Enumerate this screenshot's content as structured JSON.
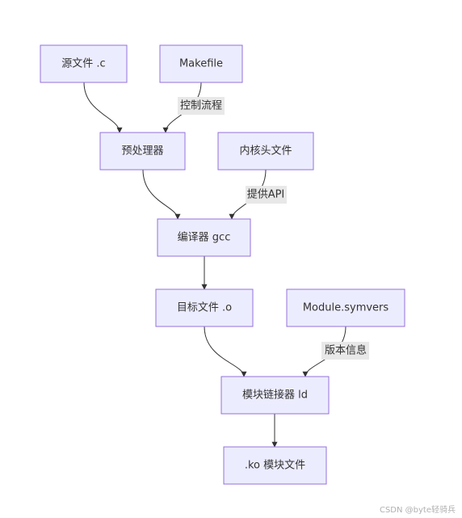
{
  "nodes": {
    "source_file": "源文件 .c",
    "makefile": "Makefile",
    "preprocessor": "预处理器",
    "kernel_headers": "内核头文件",
    "compiler": "编译器 gcc",
    "object_file": "目标文件 .o",
    "module_symvers": "Module.symvers",
    "linker": "模块链接器 ld",
    "ko_file": ".ko 模块文件"
  },
  "edges": {
    "makefile_to_preprocessor": "控制流程",
    "headers_to_compiler": "提供API",
    "symvers_to_linker": "版本信息"
  },
  "watermark": "CSDN @byte轻骑兵"
}
